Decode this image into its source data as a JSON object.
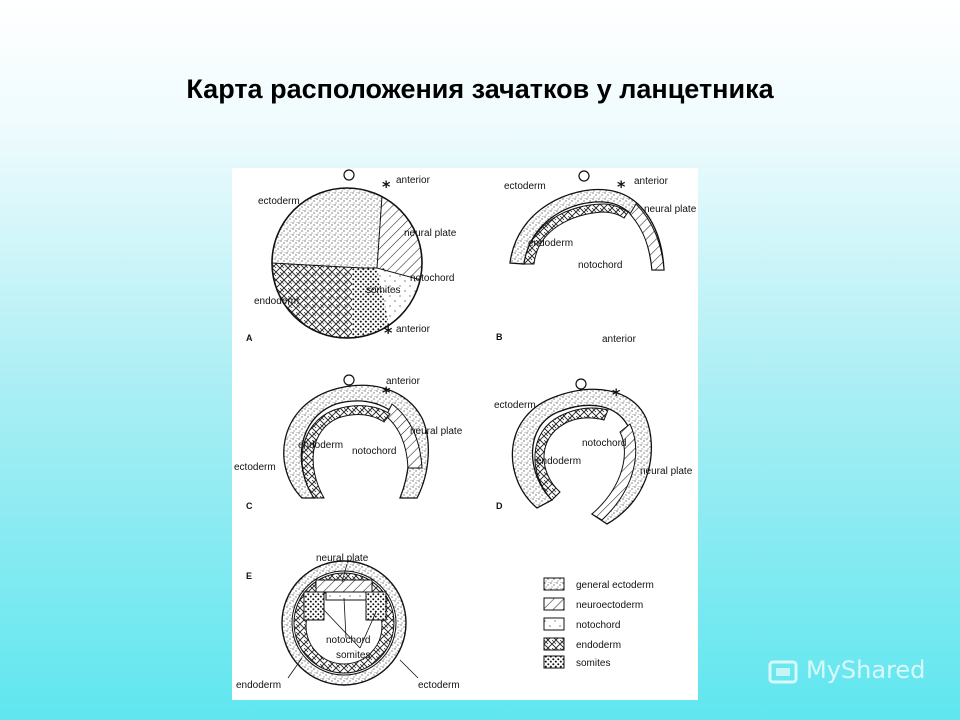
{
  "slide": {
    "title": "Карта расположения зачатков у ланцетника"
  },
  "figure": {
    "panel_A": {
      "letter": "A",
      "labels": {
        "anterior_top": "anterior",
        "ectoderm": "ectoderm",
        "neural_plate": "neural plate",
        "notochord": "notochord",
        "endoderm": "endoderm",
        "somites": "somites",
        "anterior_bottom": "anterior"
      }
    },
    "panel_B": {
      "letter": "B",
      "labels": {
        "ectoderm": "ectoderm",
        "anterior_top": "anterior",
        "neural_plate": "neural plate",
        "endoderm": "endoderm",
        "notochord": "notochord",
        "anterior_bottom": "anterior"
      }
    },
    "panel_C": {
      "letter": "C",
      "labels": {
        "anterior": "anterior",
        "neural_plate": "neural plate",
        "notochord": "notochord",
        "ectoderm": "ectoderm",
        "endoderm": "endoderm"
      }
    },
    "panel_D": {
      "letter": "D",
      "labels": {
        "ectoderm": "ectoderm",
        "notochord": "notochord",
        "endoderm": "endoderm",
        "neural_plate": "neural plate"
      }
    },
    "panel_E": {
      "letter": "E",
      "labels": {
        "neural_plate": "neural plate",
        "notochord": "notochord",
        "somites": "somites",
        "endoderm": "endoderm",
        "ectoderm": "ectoderm"
      }
    },
    "legend": [
      {
        "key": "general_ectoderm",
        "label": "general ectoderm",
        "pattern": "stipple"
      },
      {
        "key": "neuroectoderm",
        "label": "neuroectoderm",
        "pattern": "diagonal-hatch"
      },
      {
        "key": "notochord",
        "label": "notochord",
        "pattern": "sparse-dots"
      },
      {
        "key": "endoderm",
        "label": "endoderm",
        "pattern": "crosshatch"
      },
      {
        "key": "somites",
        "label": "somites",
        "pattern": "dense-dots"
      }
    ]
  },
  "watermark": {
    "text": "MyShared"
  }
}
